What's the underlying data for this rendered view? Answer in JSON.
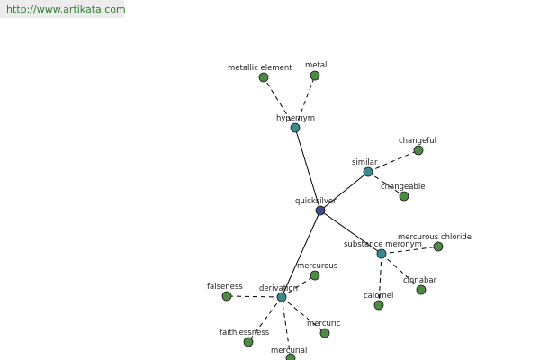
{
  "header": {
    "url": "http://www.artikata.com"
  },
  "colors": {
    "center": "#3f4b8c",
    "relation": "#3d8a8c",
    "leaf": "#4e8a43"
  },
  "graph": {
    "nodes": [
      {
        "id": "quicksilver",
        "label": "quicksilver",
        "kind": "center"
      },
      {
        "id": "hypernym",
        "label": "hypernym",
        "kind": "relation"
      },
      {
        "id": "similar",
        "label": "similar",
        "kind": "relation"
      },
      {
        "id": "substance-meronym",
        "label": "substance meronym",
        "kind": "relation"
      },
      {
        "id": "derivation",
        "label": "derivation",
        "kind": "relation"
      },
      {
        "id": "metallic-element",
        "label": "metallic element",
        "kind": "leaf"
      },
      {
        "id": "metal",
        "label": "metal",
        "kind": "leaf"
      },
      {
        "id": "changeful",
        "label": "changeful",
        "kind": "leaf"
      },
      {
        "id": "changeable",
        "label": "changeable",
        "kind": "leaf"
      },
      {
        "id": "mercurous-chloride",
        "label": "mercurous chloride",
        "kind": "leaf"
      },
      {
        "id": "cinnabar",
        "label": "cinnabar",
        "kind": "leaf"
      },
      {
        "id": "calomel",
        "label": "calomel",
        "kind": "leaf"
      },
      {
        "id": "mercurous",
        "label": "mercurous",
        "kind": "leaf"
      },
      {
        "id": "falseness",
        "label": "falseness",
        "kind": "leaf"
      },
      {
        "id": "faithlessness",
        "label": "faithlessness",
        "kind": "leaf"
      },
      {
        "id": "mercurial",
        "label": "mercurial",
        "kind": "leaf"
      },
      {
        "id": "mercuric",
        "label": "mercuric",
        "kind": "leaf"
      }
    ],
    "edges": [
      {
        "from": "quicksilver",
        "to": "hypernym",
        "style": "solid"
      },
      {
        "from": "quicksilver",
        "to": "similar",
        "style": "solid"
      },
      {
        "from": "quicksilver",
        "to": "substance-meronym",
        "style": "solid"
      },
      {
        "from": "quicksilver",
        "to": "derivation",
        "style": "solid"
      },
      {
        "from": "hypernym",
        "to": "metallic-element",
        "style": "dashed"
      },
      {
        "from": "hypernym",
        "to": "metal",
        "style": "dashed"
      },
      {
        "from": "similar",
        "to": "changeful",
        "style": "dashed"
      },
      {
        "from": "similar",
        "to": "changeable",
        "style": "dashed"
      },
      {
        "from": "substance-meronym",
        "to": "mercurous-chloride",
        "style": "dashed"
      },
      {
        "from": "substance-meronym",
        "to": "cinnabar",
        "style": "dashed"
      },
      {
        "from": "substance-meronym",
        "to": "calomel",
        "style": "dashed"
      },
      {
        "from": "derivation",
        "to": "mercurous",
        "style": "dashed"
      },
      {
        "from": "derivation",
        "to": "falseness",
        "style": "dashed"
      },
      {
        "from": "derivation",
        "to": "faithlessness",
        "style": "dashed"
      },
      {
        "from": "derivation",
        "to": "mercurial",
        "style": "dashed"
      },
      {
        "from": "derivation",
        "to": "mercuric",
        "style": "dashed"
      }
    ]
  }
}
